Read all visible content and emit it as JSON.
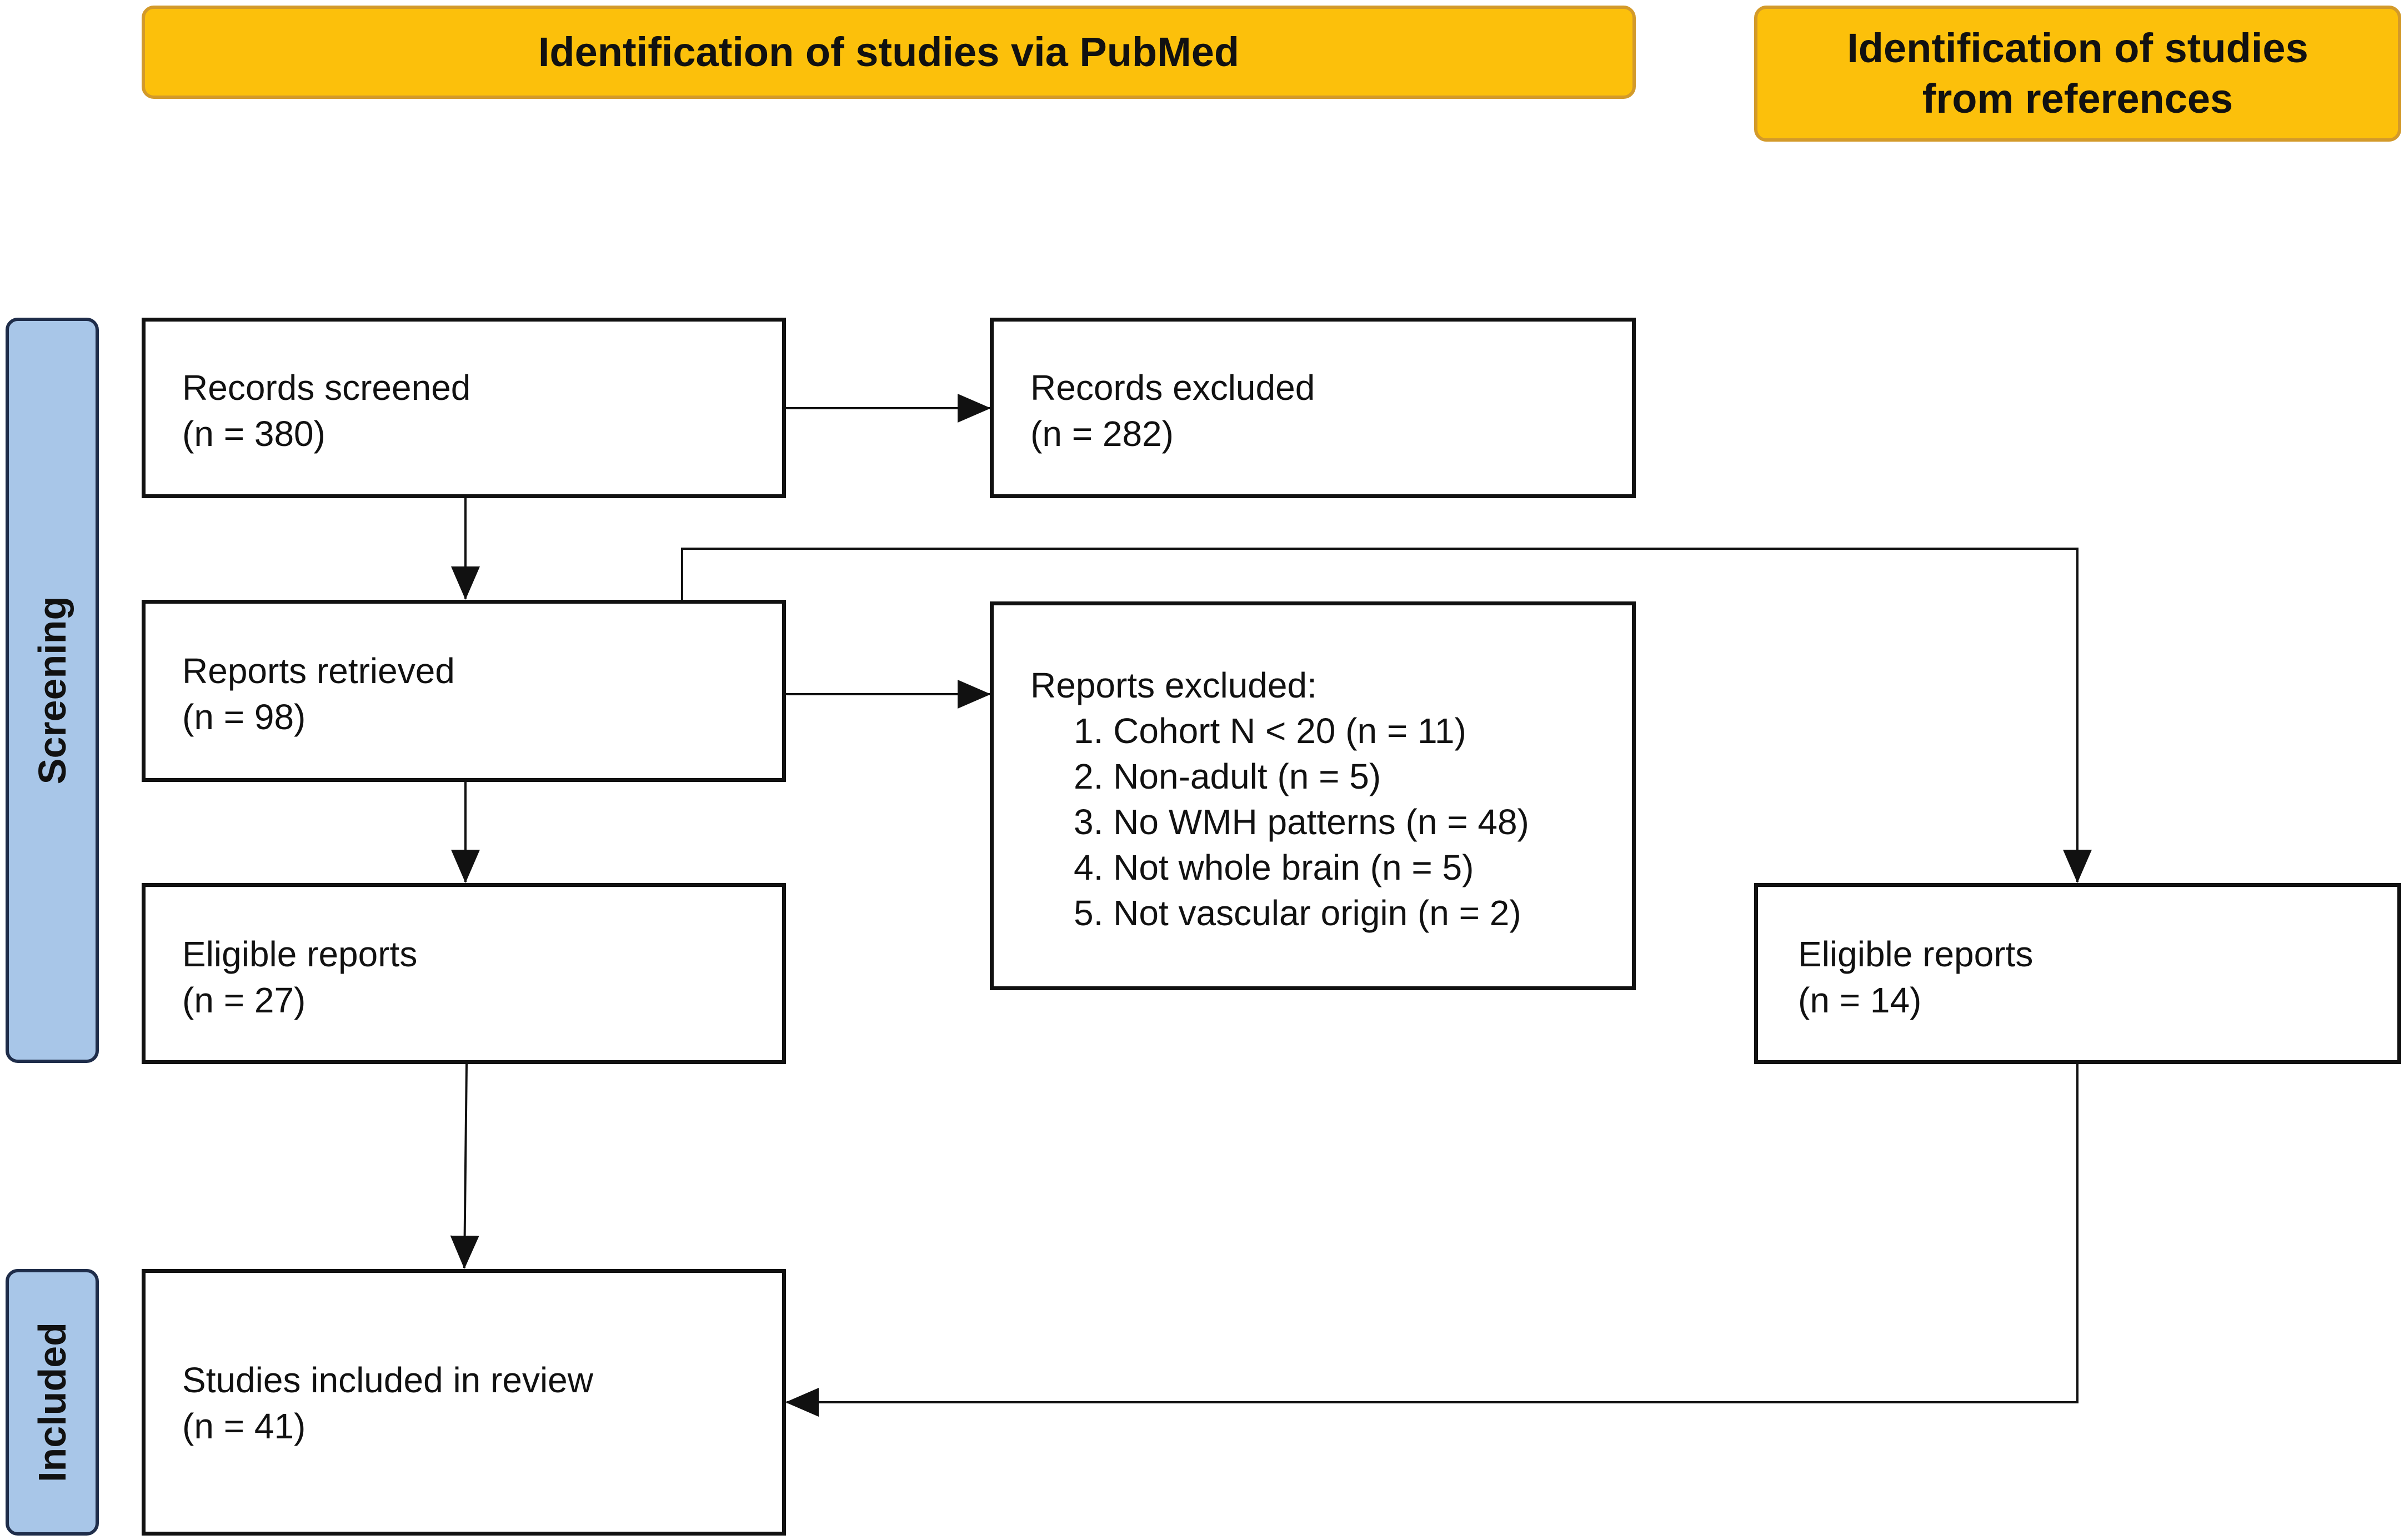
{
  "headers": {
    "pubmed": "Identification of studies via PubMed",
    "references_line1": "Identification of studies",
    "references_line2": "from references"
  },
  "phases": {
    "screening": "Screening",
    "included": "Included"
  },
  "boxes": {
    "records_screened": {
      "label": "Records screened",
      "count": "(n = 380)"
    },
    "records_excluded": {
      "label": "Records excluded",
      "count": "(n = 282)"
    },
    "reports_retrieved": {
      "label": "Reports retrieved",
      "count": "(n = 98)"
    },
    "reports_excluded": {
      "label": "Reports excluded:",
      "reasons": [
        "1. Cohort N < 20 (n = 11)",
        "2. Non-adult (n = 5)",
        "3. No WMH patterns (n = 48)",
        "4. Not whole brain (n = 5)",
        "5. Not vascular origin (n = 2)"
      ]
    },
    "eligible_pubmed": {
      "label": "Eligible reports",
      "count": "(n = 27)"
    },
    "eligible_references": {
      "label": "Eligible reports",
      "count": "(n = 14)"
    },
    "included": {
      "label": "Studies included in review",
      "count": "(n = 41)"
    }
  },
  "colors": {
    "header_fill": "#fcc00b",
    "header_border": "#d39a2a",
    "phase_fill": "#a8c6e8",
    "phase_border": "#1f2d4a",
    "line": "#111111"
  }
}
